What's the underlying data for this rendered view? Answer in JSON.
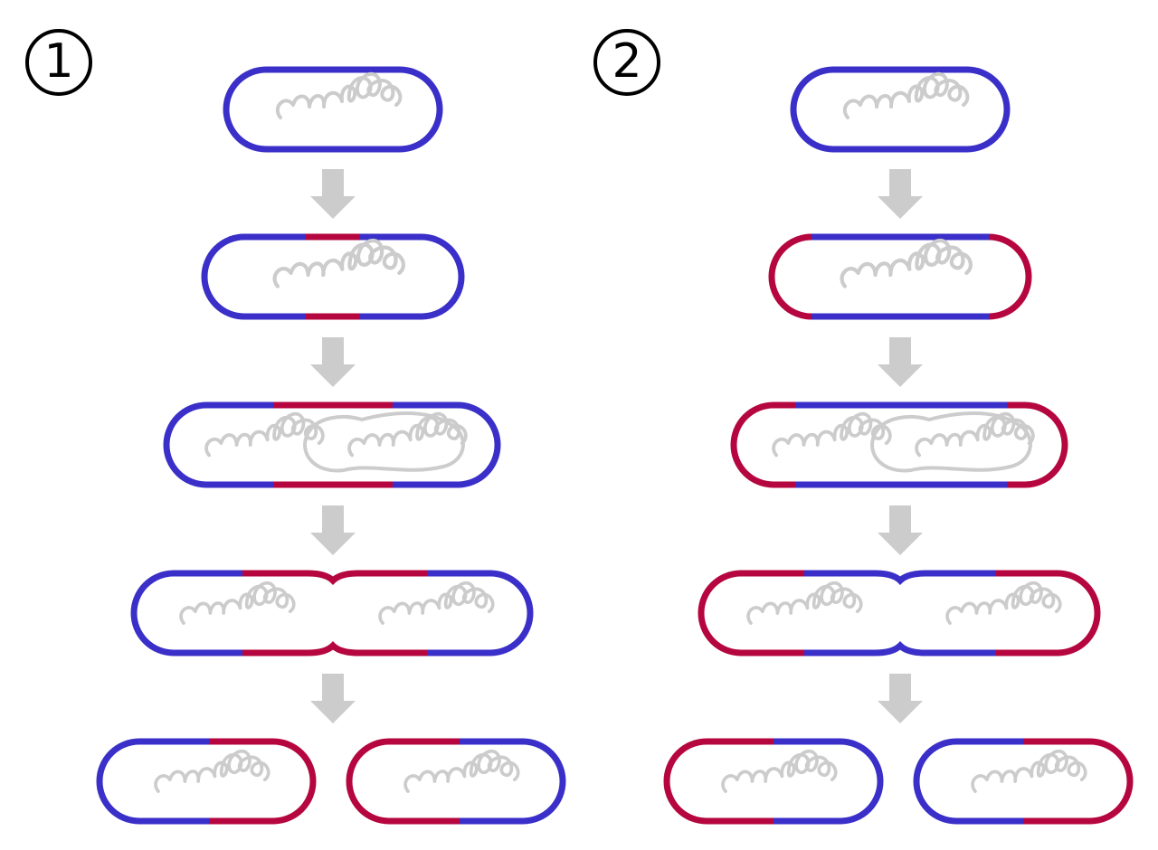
{
  "panels": [
    {
      "label": "1",
      "wall": "sides"
    },
    {
      "label": "2",
      "wall": "poles"
    }
  ],
  "colors": {
    "old_wall": "#3a2fc8",
    "new_wall": "#b5063f",
    "dna": "#cccccc",
    "arrow": "#cccccc"
  },
  "stages": [
    "initial-cell",
    "elongation-start",
    "replicated-chromosome",
    "septum-formation",
    "daughter-cells"
  ]
}
